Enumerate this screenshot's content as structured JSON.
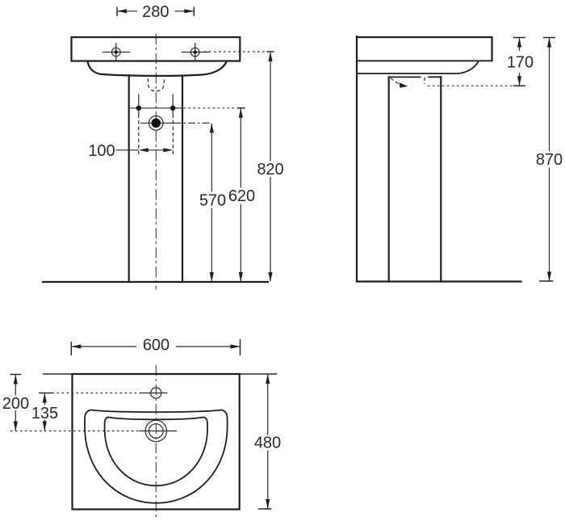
{
  "drawing": {
    "background": "#ffffff",
    "line_color": "#1f1f1f",
    "views": {
      "front": {
        "dimensions": {
          "tap_hole_spacing": "280",
          "fixing_hole_spacing": "100",
          "drain_inlet_height": "570",
          "fixing_hole_height": "620",
          "tap_deck_height": "820"
        }
      },
      "side": {
        "dimensions": {
          "basin_rim_depth": "170",
          "overall_height": "870"
        }
      },
      "plan": {
        "dimensions": {
          "overall_width": "600",
          "rear_edge_to_drain": "200",
          "tap_line_to_drain": "135",
          "overall_depth": "480"
        }
      }
    }
  }
}
